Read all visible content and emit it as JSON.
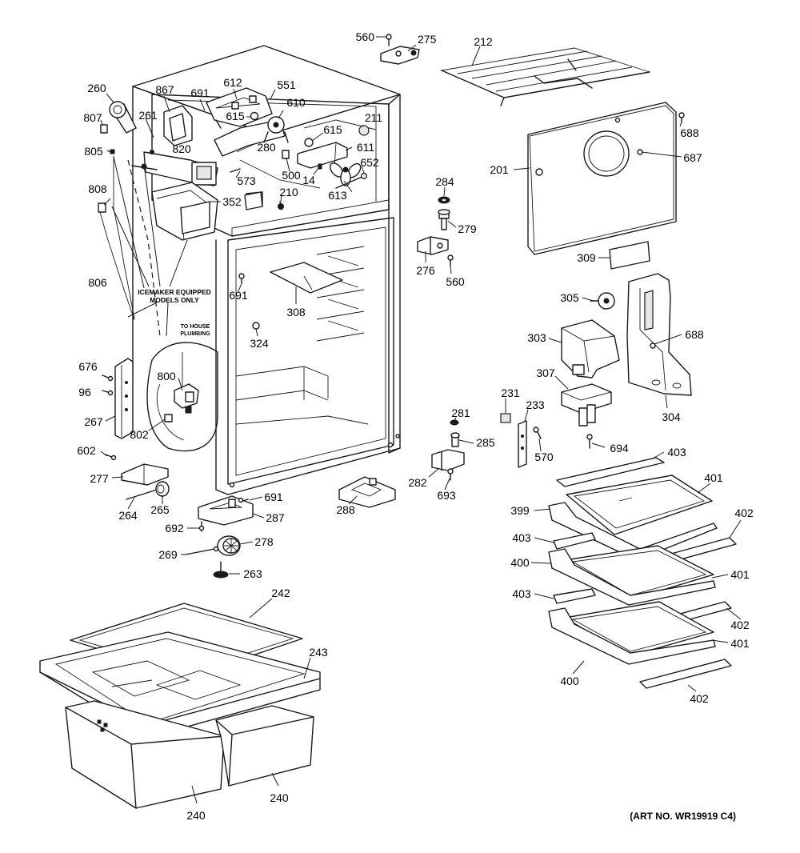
{
  "notes": {
    "icemaker_line1": "ICEMAKER EQUIPPED",
    "icemaker_line2": "MODELS ONLY",
    "plumbing_line1": "TO HOUSE",
    "plumbing_line2": "PLUMBING"
  },
  "art_number": "(ART NO. WR19919 C4)",
  "callouts": [
    {
      "id": "c560a",
      "label": "560"
    },
    {
      "id": "c275",
      "label": "275"
    },
    {
      "id": "c212",
      "label": "212"
    },
    {
      "id": "c260",
      "label": "260"
    },
    {
      "id": "c867",
      "label": "867"
    },
    {
      "id": "c691a",
      "label": "691"
    },
    {
      "id": "c612",
      "label": "612"
    },
    {
      "id": "c551",
      "label": "551"
    },
    {
      "id": "c610",
      "label": "610"
    },
    {
      "id": "c615a",
      "label": "615"
    },
    {
      "id": "c807",
      "label": "807"
    },
    {
      "id": "c261",
      "label": "261"
    },
    {
      "id": "c615b",
      "label": "615"
    },
    {
      "id": "c211",
      "label": "211"
    },
    {
      "id": "c688a",
      "label": "688"
    },
    {
      "id": "c805",
      "label": "805"
    },
    {
      "id": "c820",
      "label": "820"
    },
    {
      "id": "c280",
      "label": "280"
    },
    {
      "id": "c611",
      "label": "611"
    },
    {
      "id": "c687",
      "label": "687"
    },
    {
      "id": "c201",
      "label": "201"
    },
    {
      "id": "c573",
      "label": "573"
    },
    {
      "id": "c500",
      "label": "500"
    },
    {
      "id": "c14",
      "label": "14"
    },
    {
      "id": "c652",
      "label": "652"
    },
    {
      "id": "c808",
      "label": "808"
    },
    {
      "id": "c210",
      "label": "210"
    },
    {
      "id": "c613",
      "label": "613"
    },
    {
      "id": "c284",
      "label": "284"
    },
    {
      "id": "c352",
      "label": "352"
    },
    {
      "id": "c279",
      "label": "279"
    },
    {
      "id": "c276",
      "label": "276"
    },
    {
      "id": "c560b",
      "label": "560"
    },
    {
      "id": "c309",
      "label": "309"
    },
    {
      "id": "c806",
      "label": "806"
    },
    {
      "id": "c691b",
      "label": "691"
    },
    {
      "id": "c308",
      "label": "308"
    },
    {
      "id": "c305",
      "label": "305"
    },
    {
      "id": "c303",
      "label": "303"
    },
    {
      "id": "c688b",
      "label": "688"
    },
    {
      "id": "c324",
      "label": "324"
    },
    {
      "id": "c676",
      "label": "676"
    },
    {
      "id": "c800",
      "label": "800"
    },
    {
      "id": "c96",
      "label": "96"
    },
    {
      "id": "c307",
      "label": "307"
    },
    {
      "id": "c231",
      "label": "231"
    },
    {
      "id": "c233",
      "label": "233"
    },
    {
      "id": "c304",
      "label": "304"
    },
    {
      "id": "c267",
      "label": "267"
    },
    {
      "id": "c281",
      "label": "281"
    },
    {
      "id": "c802",
      "label": "802"
    },
    {
      "id": "c285",
      "label": "285"
    },
    {
      "id": "c570",
      "label": "570"
    },
    {
      "id": "c694",
      "label": "694"
    },
    {
      "id": "c602",
      "label": "602"
    },
    {
      "id": "c403a",
      "label": "403"
    },
    {
      "id": "c277",
      "label": "277"
    },
    {
      "id": "c282",
      "label": "282"
    },
    {
      "id": "c401a",
      "label": "401"
    },
    {
      "id": "c693",
      "label": "693"
    },
    {
      "id": "c691c",
      "label": "691"
    },
    {
      "id": "c264",
      "label": "264"
    },
    {
      "id": "c265",
      "label": "265"
    },
    {
      "id": "c288",
      "label": "288"
    },
    {
      "id": "c287",
      "label": "287"
    },
    {
      "id": "c399",
      "label": "399"
    },
    {
      "id": "c402a",
      "label": "402"
    },
    {
      "id": "c692",
      "label": "692"
    },
    {
      "id": "c403b",
      "label": "403"
    },
    {
      "id": "c278",
      "label": "278"
    },
    {
      "id": "c269",
      "label": "269"
    },
    {
      "id": "c400a",
      "label": "400"
    },
    {
      "id": "c401b",
      "label": "401"
    },
    {
      "id": "c263",
      "label": "263"
    },
    {
      "id": "c242",
      "label": "242"
    },
    {
      "id": "c403c",
      "label": "403"
    },
    {
      "id": "c402b",
      "label": "402"
    },
    {
      "id": "c243",
      "label": "243"
    },
    {
      "id": "c401c",
      "label": "401"
    },
    {
      "id": "c400b",
      "label": "400"
    },
    {
      "id": "c402c",
      "label": "402"
    },
    {
      "id": "c240a",
      "label": "240"
    },
    {
      "id": "c240b",
      "label": "240"
    }
  ]
}
